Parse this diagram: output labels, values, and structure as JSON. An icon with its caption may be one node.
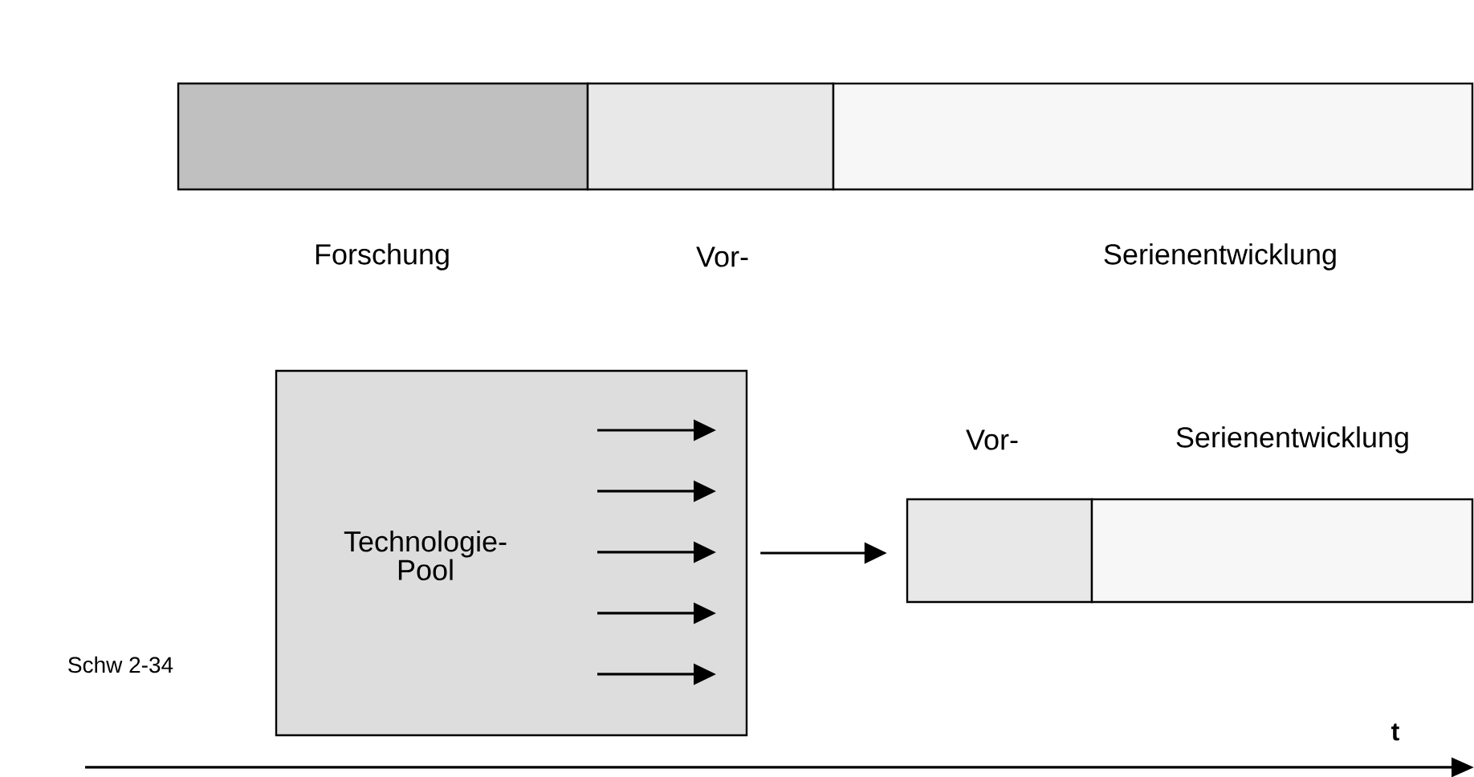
{
  "diagram": {
    "nodes": [
      {
        "text": [],
        "shape": "box",
        "beside": [
          "Forschung"
        ]
      },
      {
        "text": [],
        "shape": "box",
        "beside": [
          "Vor-"
        ]
      },
      {
        "text": [],
        "shape": "box",
        "beside": [
          "Serienentwicklung"
        ]
      },
      {
        "text": [
          "Technologie- Pool"
        ]
      },
      {
        "text": [],
        "shape": "box",
        "beside": [
          "Vor-"
        ]
      },
      {
        "text": [],
        "shape": "box",
        "beside": [
          "Serienentwicklung"
        ]
      }
    ],
    "edges": [
      {
        "from": 3,
        "to": 4,
        "arrow": "to"
      }
    ],
    "labels": [
      "Schw 2-34",
      "t"
    ]
  }
}
